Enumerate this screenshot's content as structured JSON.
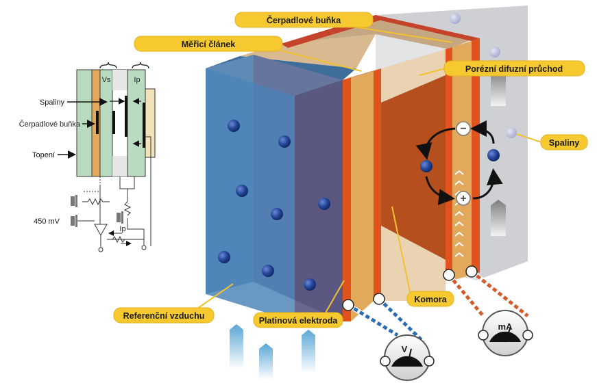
{
  "callouts": {
    "pump_cell": "Čerpadlové buňka",
    "measure_cell": "Měřicí článek",
    "porous_path": "Porézní difuzní průchod",
    "exhaust": "Spaliny",
    "chamber": "Komora",
    "reference_air": "Referenční vzduchu",
    "platinum_electrode": "Platinová elektroda"
  },
  "schematic": {
    "label_exhaust": "Spaliny",
    "label_pump_cell": "Čerpadlové buňka",
    "label_heater": "Topení",
    "label_voltage": "450 mV",
    "label_vs": "Vs",
    "label_ip_top": "Ip",
    "label_ip_bottom": "Ip"
  },
  "meters": {
    "voltmeter": "V",
    "ammeter": "mA"
  },
  "symbols": {
    "minus": "−",
    "plus": "+"
  },
  "colors": {
    "reference_air": "#4f86b8",
    "chamber": "#b5501e",
    "electrode": "#e0531d",
    "cell_body": "#e2a95c",
    "callout_bg": "#f7c930",
    "exhaust_block": "#d9dadd",
    "molecule": "#1f3f8c"
  }
}
